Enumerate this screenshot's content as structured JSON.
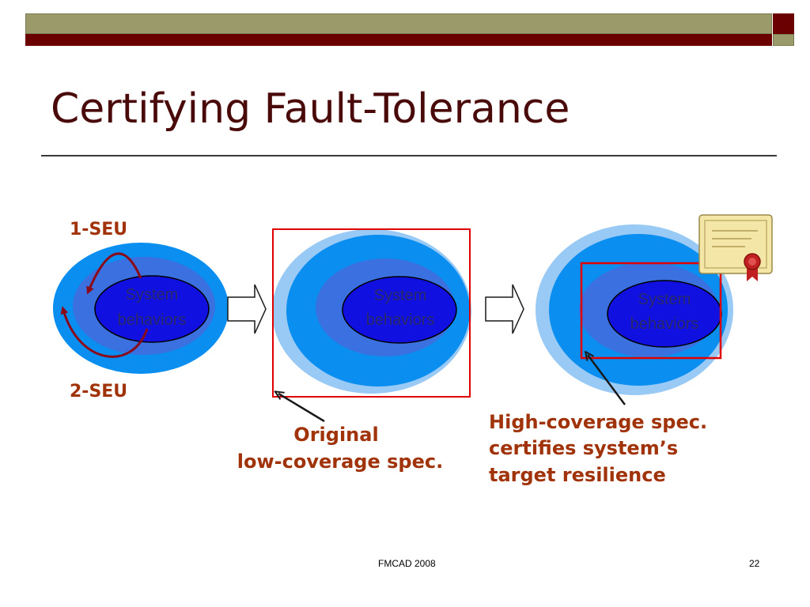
{
  "title": "Certifying Fault-Tolerance",
  "labels": {
    "seu1": "1-SEU",
    "seu2": "2-SEU",
    "inner": [
      "System",
      "behaviors"
    ],
    "original": [
      "Original",
      "low-coverage spec."
    ],
    "high_coverage": [
      "High-coverage spec.",
      "certifies system’s",
      "target resilience"
    ]
  },
  "footer": {
    "center": "FMCAD 2008",
    "page": "22"
  },
  "colors": {
    "title": "#4a0a0a",
    "accent_text": "#a0330a",
    "outer_ring": "#99c9f5",
    "middle": "#0a8ef0",
    "inner": "#3a70e0",
    "core": "#1010e0",
    "spec_box": "#e00000"
  },
  "icons": [
    "certificate-icon",
    "arrow-right-outline-icon"
  ]
}
